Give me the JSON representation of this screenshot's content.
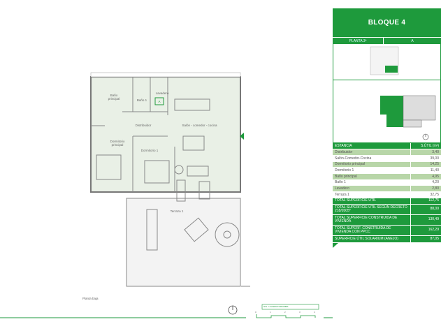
{
  "plan": {
    "rooms": [
      {
        "name": "Baño\nprincipal"
      },
      {
        "name": "Baño 1"
      },
      {
        "name": "Lavadero"
      },
      {
        "name": "A"
      },
      {
        "name": "Distribuidor"
      },
      {
        "name": "Salón - comedor - cocina"
      },
      {
        "name": "Dormitorio\nprincipal"
      },
      {
        "name": "Dormitorio 1"
      },
      {
        "name": "Terraza 1"
      }
    ],
    "floor_label": "Planta baja",
    "scale_ticks": [
      "0",
      "1",
      "2",
      "3",
      "4"
    ],
    "legend_text": "N/S  ▭ ACERCTOR/AMBA",
    "compass_icon": "north-arrow-icon",
    "entrance_icon": "entrance-triangle-icon",
    "colors": {
      "accent": "#1e9a3c",
      "floor": "#e9f0e6",
      "terrace_hatch": "#d6d6d6"
    }
  },
  "panel": {
    "title": "BLOQUE 4",
    "floor": "PLANTA 3ª",
    "unit": "A",
    "table": {
      "headers": [
        "ESTANCIA",
        "S.ÚTIL (m²)"
      ],
      "rows": [
        [
          "Distribuidor",
          "3,40"
        ],
        [
          "Salón-Comedor-Cocina",
          "39,00"
        ],
        [
          "Dormitorio principal",
          "14,25"
        ],
        [
          "Dormitorio 1",
          "11,40"
        ],
        [
          "Baño principal",
          "4,95"
        ],
        [
          "Baño 1",
          "4,20"
        ],
        [
          "Lavadero",
          "2,80"
        ],
        [
          "Terraza 1",
          "32,75"
        ]
      ],
      "totals": [
        [
          "TOTAL SUPERFICIE ÚTIL",
          "112,75"
        ],
        [
          "TOTAL SUPERFICIE ÚTIL SEGÚN DECRETO 218/2005*",
          "88,00"
        ],
        [
          "TOTAL SUPERFICIE CONSTRUIDA DE VIVIENDA",
          "130,49"
        ],
        [
          "TOTAL SUPERF. CONSTRUIDA DE VIVIENDA CON PPCC",
          "162,29"
        ],
        [
          "SUPERFICIE ÚTIL SOLARIUM (ANEJO)",
          "87,05"
        ]
      ]
    }
  }
}
